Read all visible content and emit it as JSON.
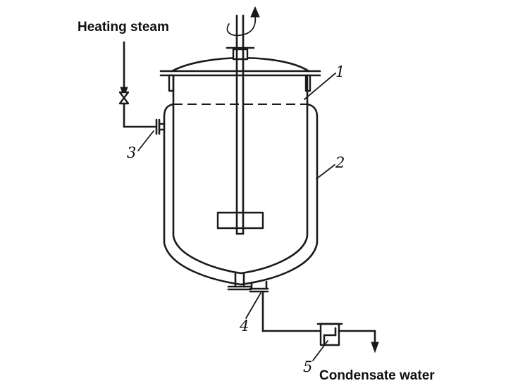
{
  "labels": {
    "heating_steam": "Heating steam",
    "condensate_water": "Condensate water"
  },
  "callouts": {
    "c1": "1",
    "c2": "2",
    "c3": "3",
    "c4": "4",
    "c5": "5"
  }
}
